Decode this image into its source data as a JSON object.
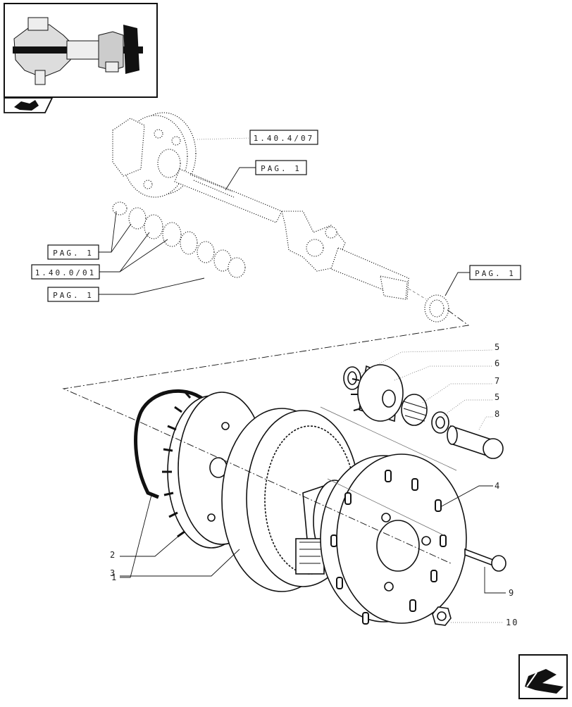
{
  "thumbnail": {
    "description_icon": "axle-assembly-thumbnail"
  },
  "nav_icons": {
    "top": "catalog-folder-icon",
    "bottom": "back-arrow-icon"
  },
  "references": {
    "ref_1_40_4_07": "1.40.4/07",
    "ref_pag1_shaft": "PAG. 1",
    "ref_pag1_left_top": "PAG. 1",
    "ref_1_40_0_01": "1.40.0/01",
    "ref_pag1_left_bottom": "PAG. 1",
    "ref_pag1_right": "PAG. 1"
  },
  "callouts": [
    "1",
    "2",
    "3",
    "4",
    "5",
    "6",
    "7",
    "5",
    "8",
    "9",
    "10"
  ]
}
